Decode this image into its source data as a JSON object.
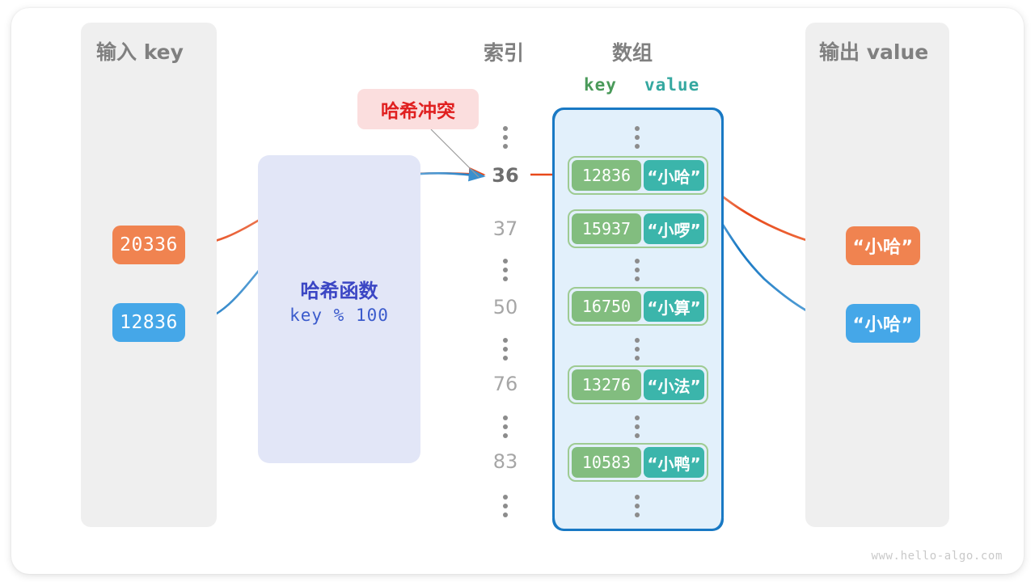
{
  "panels": {
    "input": {
      "title": "输入 key"
    },
    "output": {
      "title": "输出 value"
    }
  },
  "headings": {
    "index": "索引",
    "array": "数组",
    "key": "key",
    "value": "value"
  },
  "hash_function": {
    "title": "哈希函数",
    "formula": "key % 100"
  },
  "collision_badge": {
    "label": "哈希冲突"
  },
  "inputs": [
    {
      "value": "20336",
      "color": "#f08350"
    },
    {
      "value": "12836",
      "color": "#45a7e8"
    }
  ],
  "outputs": [
    {
      "value": "“小哈”",
      "color": "#f08350"
    },
    {
      "value": "“小哈”",
      "color": "#45a7e8"
    }
  ],
  "array": {
    "entries": [
      {
        "index": "36",
        "key": "12836",
        "value": "“小哈”",
        "highlighted": true
      },
      {
        "index": "37",
        "key": "15937",
        "value": "“小啰”",
        "highlighted": false
      },
      {
        "index": "50",
        "key": "16750",
        "value": "“小算”",
        "highlighted": false
      },
      {
        "index": "76",
        "key": "13276",
        "value": "“小法”",
        "highlighted": false
      },
      {
        "index": "83",
        "key": "10583",
        "value": "“小鸭”",
        "highlighted": false
      }
    ]
  },
  "colors": {
    "key_cell": "#82bd7f",
    "value_cell": "#3bb5ab",
    "array_border": "#1979c4",
    "array_fill": "#e2f0fb",
    "hash_box": "#e2e6f7",
    "hash_text": "#3b46c4",
    "badge_bg": "#fbdede",
    "badge_text": "#e02020",
    "panel_bg": "#efefef",
    "orange_flow": "#e8491a",
    "blue_flow": "#1979c4"
  },
  "watermark": "www.hello-algo.com"
}
